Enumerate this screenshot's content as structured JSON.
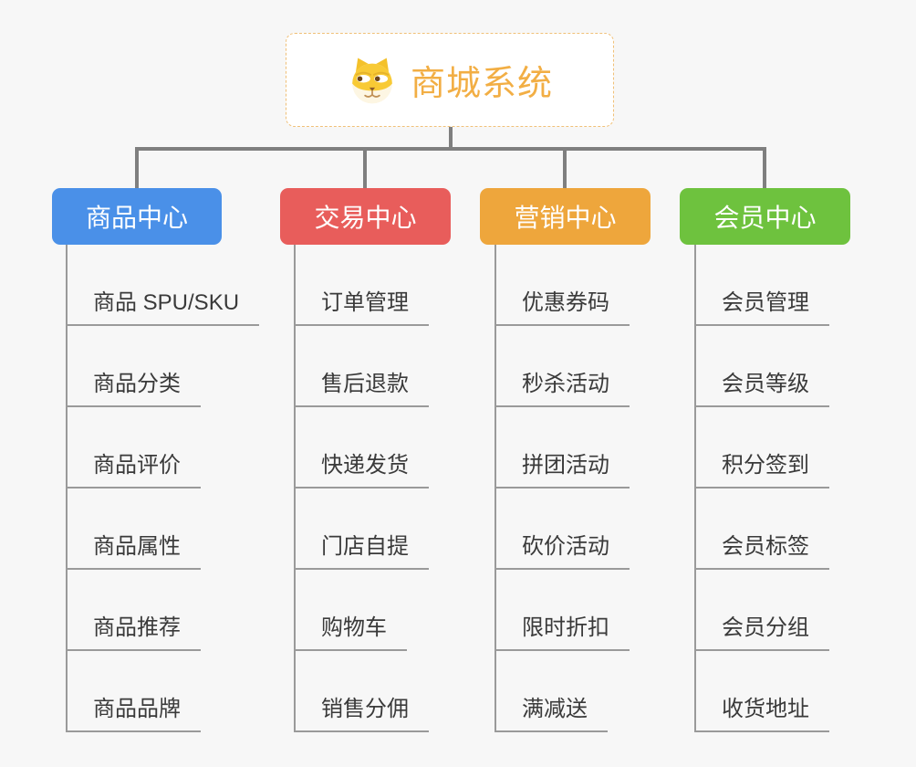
{
  "root": {
    "label": "商城系统",
    "icon": "doge-icon"
  },
  "branches": [
    {
      "label": "商品中心",
      "color": "#4a90e8",
      "items": [
        "商品 SPU/SKU",
        "商品分类",
        "商品评价",
        "商品属性",
        "商品推荐",
        "商品品牌"
      ]
    },
    {
      "label": "交易中心",
      "color": "#e85d5b",
      "items": [
        "订单管理",
        "售后退款",
        "快递发货",
        "门店自提",
        "购物车",
        "销售分佣"
      ]
    },
    {
      "label": "营销中心",
      "color": "#eea63c",
      "items": [
        "优惠券码",
        "秒杀活动",
        "拼团活动",
        "砍价活动",
        "限时折扣",
        "满减送"
      ]
    },
    {
      "label": "会员中心",
      "color": "#6ec23e",
      "items": [
        "会员管理",
        "会员等级",
        "积分签到",
        "会员标签",
        "会员分组",
        "收货地址"
      ]
    }
  ],
  "colors": {
    "background": "#f7f7f7",
    "connector": "#7f7f7f",
    "trunk_and_underline": "#9a9a9a",
    "root_text": "#f2ae44",
    "root_border": "#f0c078",
    "child_text": "#3a3a3a"
  }
}
